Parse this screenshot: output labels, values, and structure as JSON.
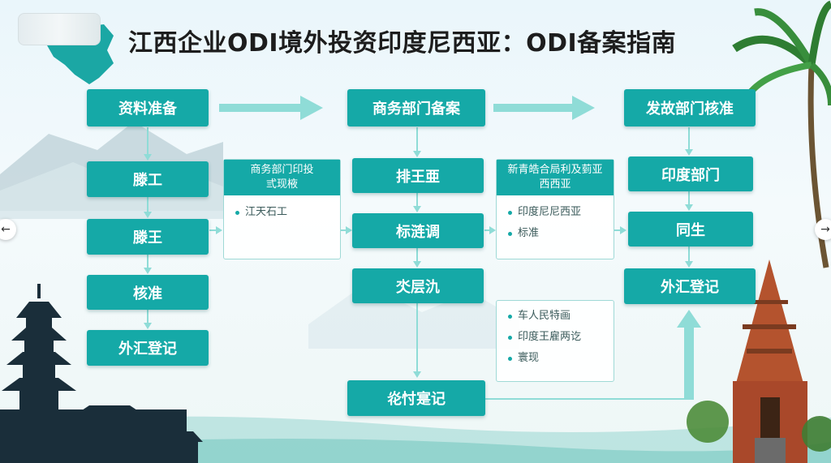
{
  "title": "江西企业ODI境外投资印度尼西亚：ODI备案指南",
  "columns": {
    "col1": [
      "资料准备",
      "滕工",
      "滕王",
      "核准",
      "外汇登记"
    ],
    "col3": [
      "商务部门备案",
      "排王亜",
      "标涟调",
      "氼层氿",
      "炛忖寔记"
    ],
    "col5": [
      "发故部门核准",
      "印度部门",
      "同生",
      "外汇登记"
    ]
  },
  "cards": {
    "card1": {
      "heading": "商务部门印投\n弎现棭",
      "items": [
        "江天石工"
      ]
    },
    "card2": {
      "heading": "新青皓合局利及菿亚\n西西亚",
      "items": [
        "印度尼尼西亚",
        "标准"
      ]
    },
    "card3": {
      "heading": "",
      "items": [
        "车人民特画",
        "印度王雇两讫",
        "寰现"
      ]
    }
  },
  "nav": {
    "prev_icon": "chevron-left-icon",
    "next_icon": "chevron-right-icon"
  },
  "colors": {
    "accent": "#15a9a7",
    "arrow": "#8fdcd7"
  }
}
